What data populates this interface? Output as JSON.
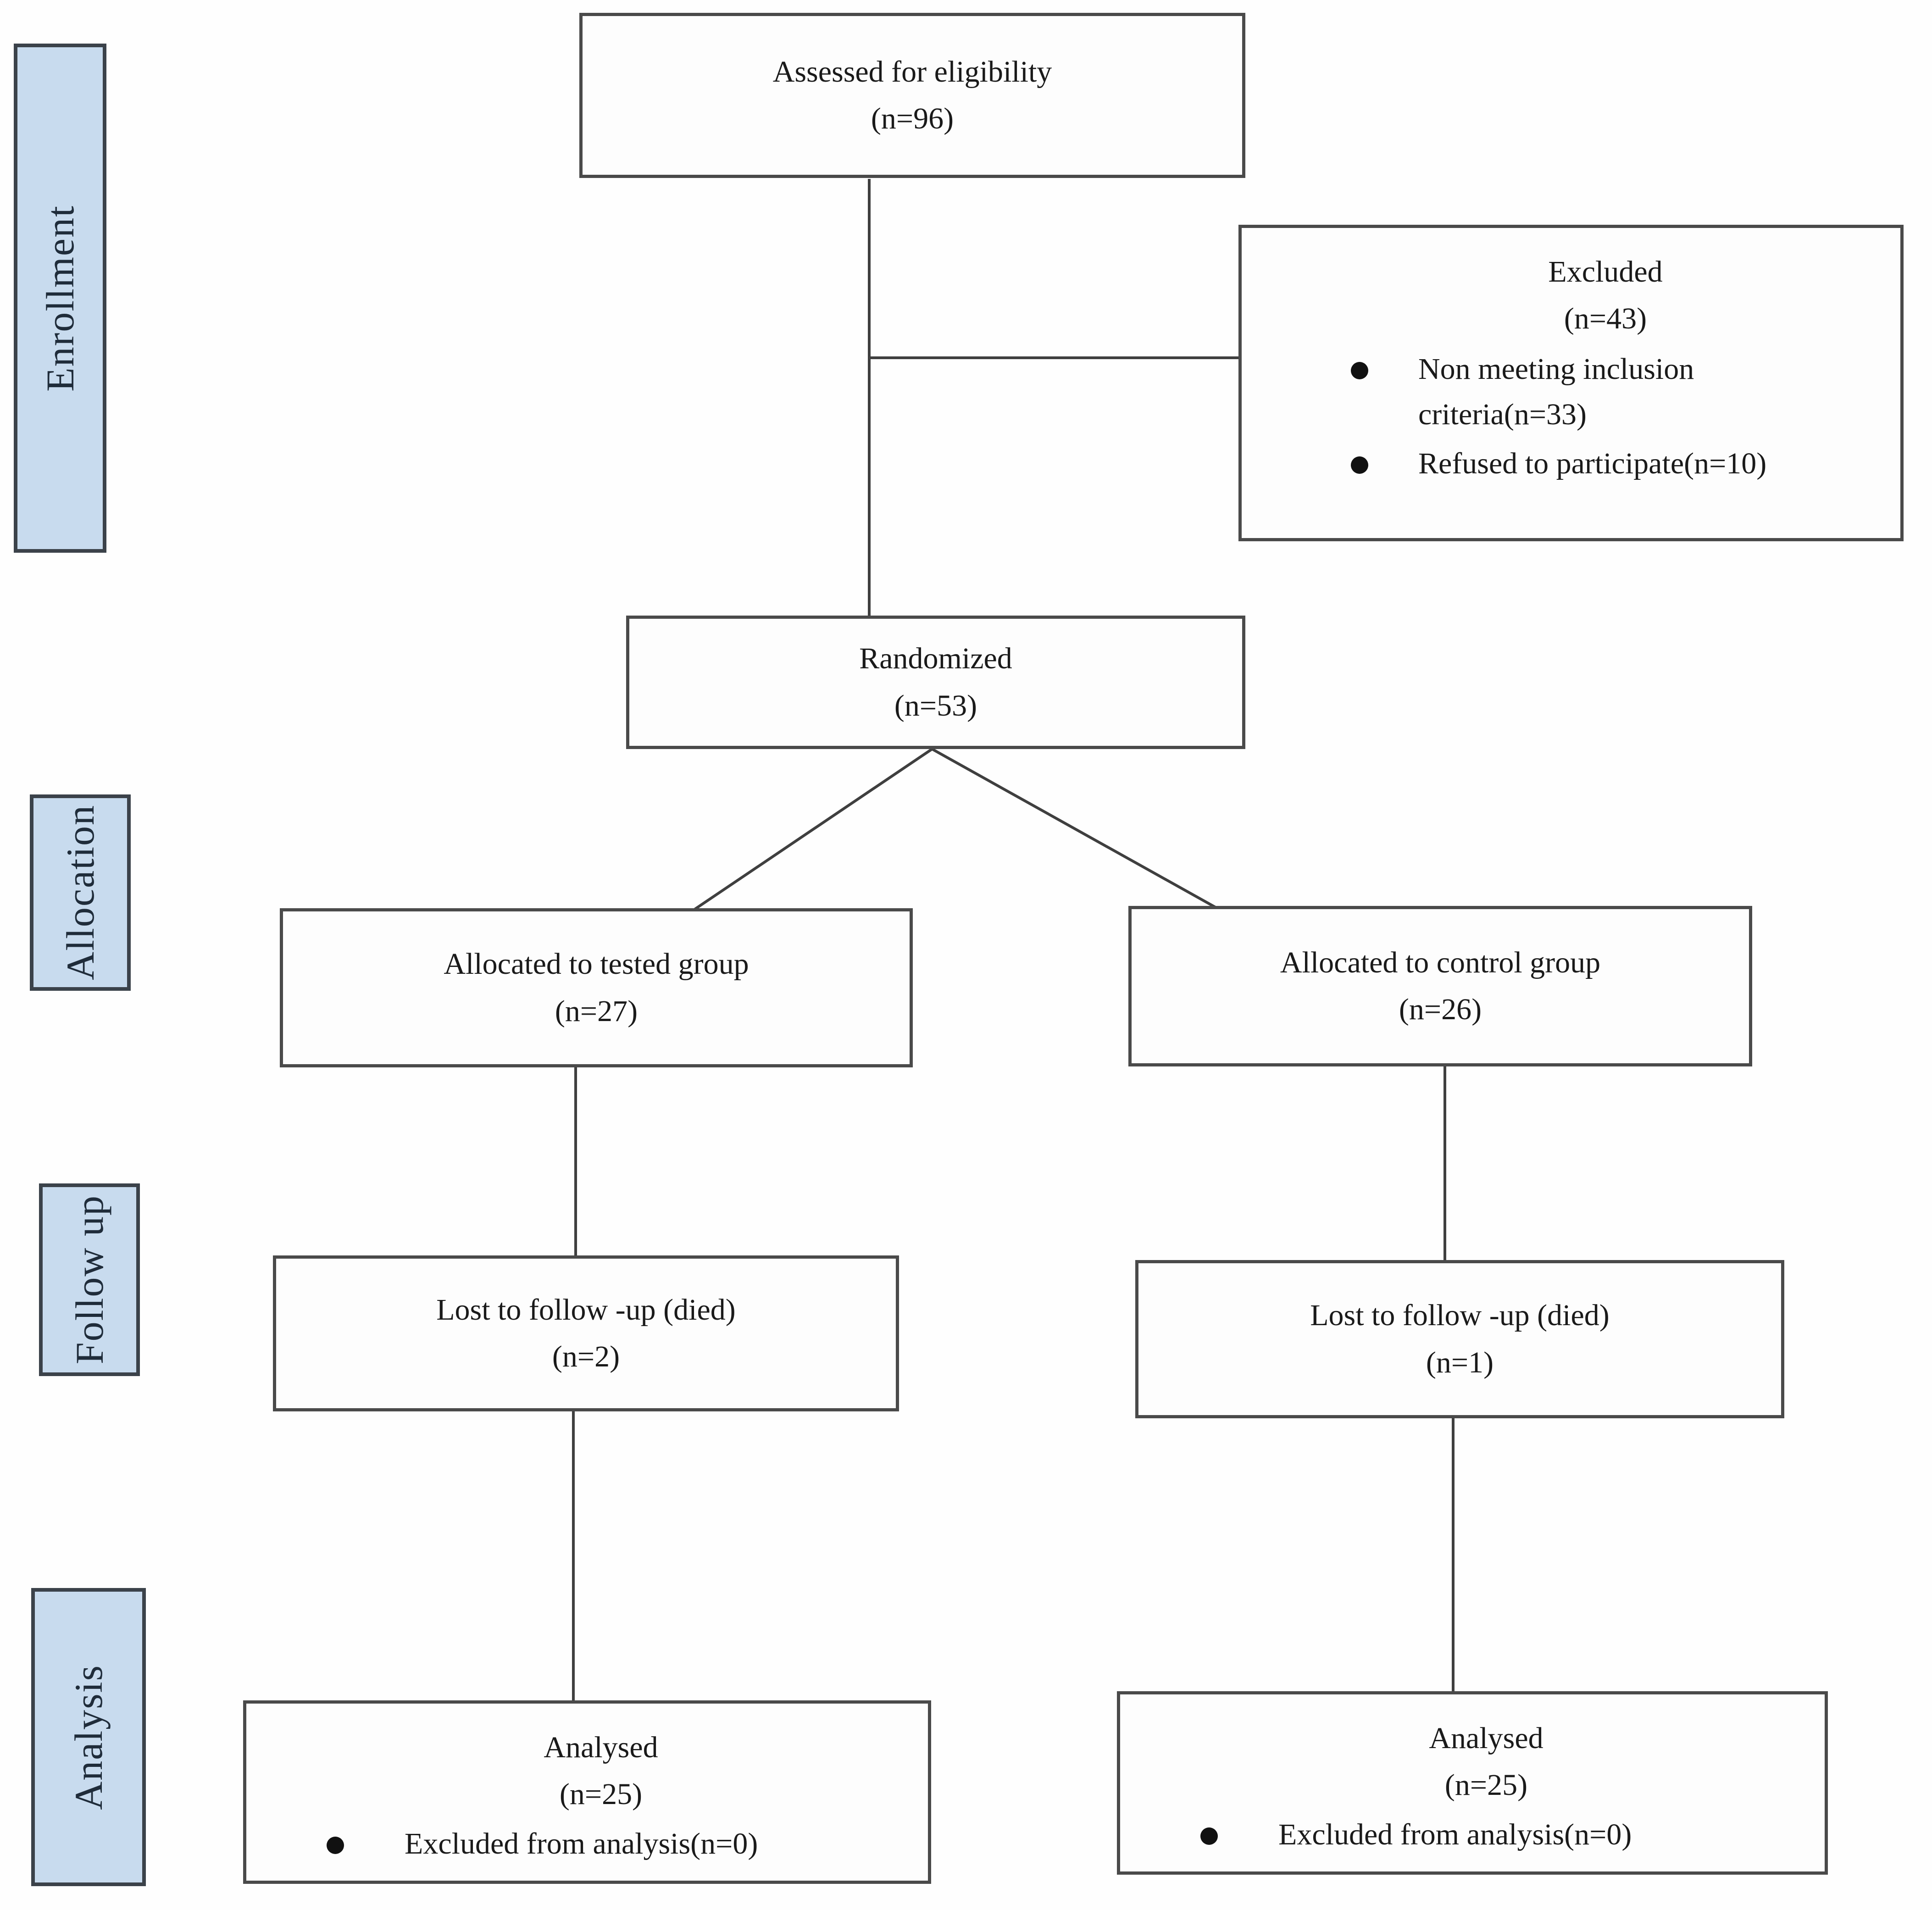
{
  "sidebar": {
    "items": [
      {
        "label": "Enrollment"
      },
      {
        "label": "Allocation"
      },
      {
        "label": "Follow up"
      },
      {
        "label": "Analysis"
      }
    ]
  },
  "boxes": {
    "assessed": {
      "line1": "Assessed for eligibility",
      "line2": "(n=96)"
    },
    "excluded": {
      "line1": "Excluded",
      "line2": "(n=43)",
      "bullets": [
        "Non meeting inclusion criteria(n=33)",
        "Refused to participate(n=10)"
      ]
    },
    "randomized": {
      "line1": "Randomized",
      "line2": "(n=53)"
    },
    "alloc_test": {
      "line1": "Allocated to tested group",
      "line2": "(n=27)"
    },
    "alloc_control": {
      "line1": "Allocated to control group",
      "line2": "(n=26)"
    },
    "lost_test": {
      "line1": "Lost to follow -up (died)",
      "line2": "(n=2)"
    },
    "lost_control": {
      "line1": "Lost to follow -up (died)",
      "line2": "(n=1)"
    },
    "analysed_test": {
      "line1": "Analysed",
      "line2": "(n=25)",
      "bullets": [
        "Excluded from analysis(n=0)"
      ]
    },
    "analysed_control": {
      "line1": "Analysed",
      "line2": "(n=25)",
      "bullets": [
        "Excluded from analysis(n=0)"
      ]
    }
  },
  "colors": {
    "sidebar_fill": "#c8dbee",
    "sidebar_border": "#3b424a",
    "sidebar_text": "#1f2c3a",
    "box_border": "#4a4a4a",
    "box_fill": "#fdfdfd",
    "connector": "#3f3f3f",
    "text": "#1a1a1a"
  }
}
